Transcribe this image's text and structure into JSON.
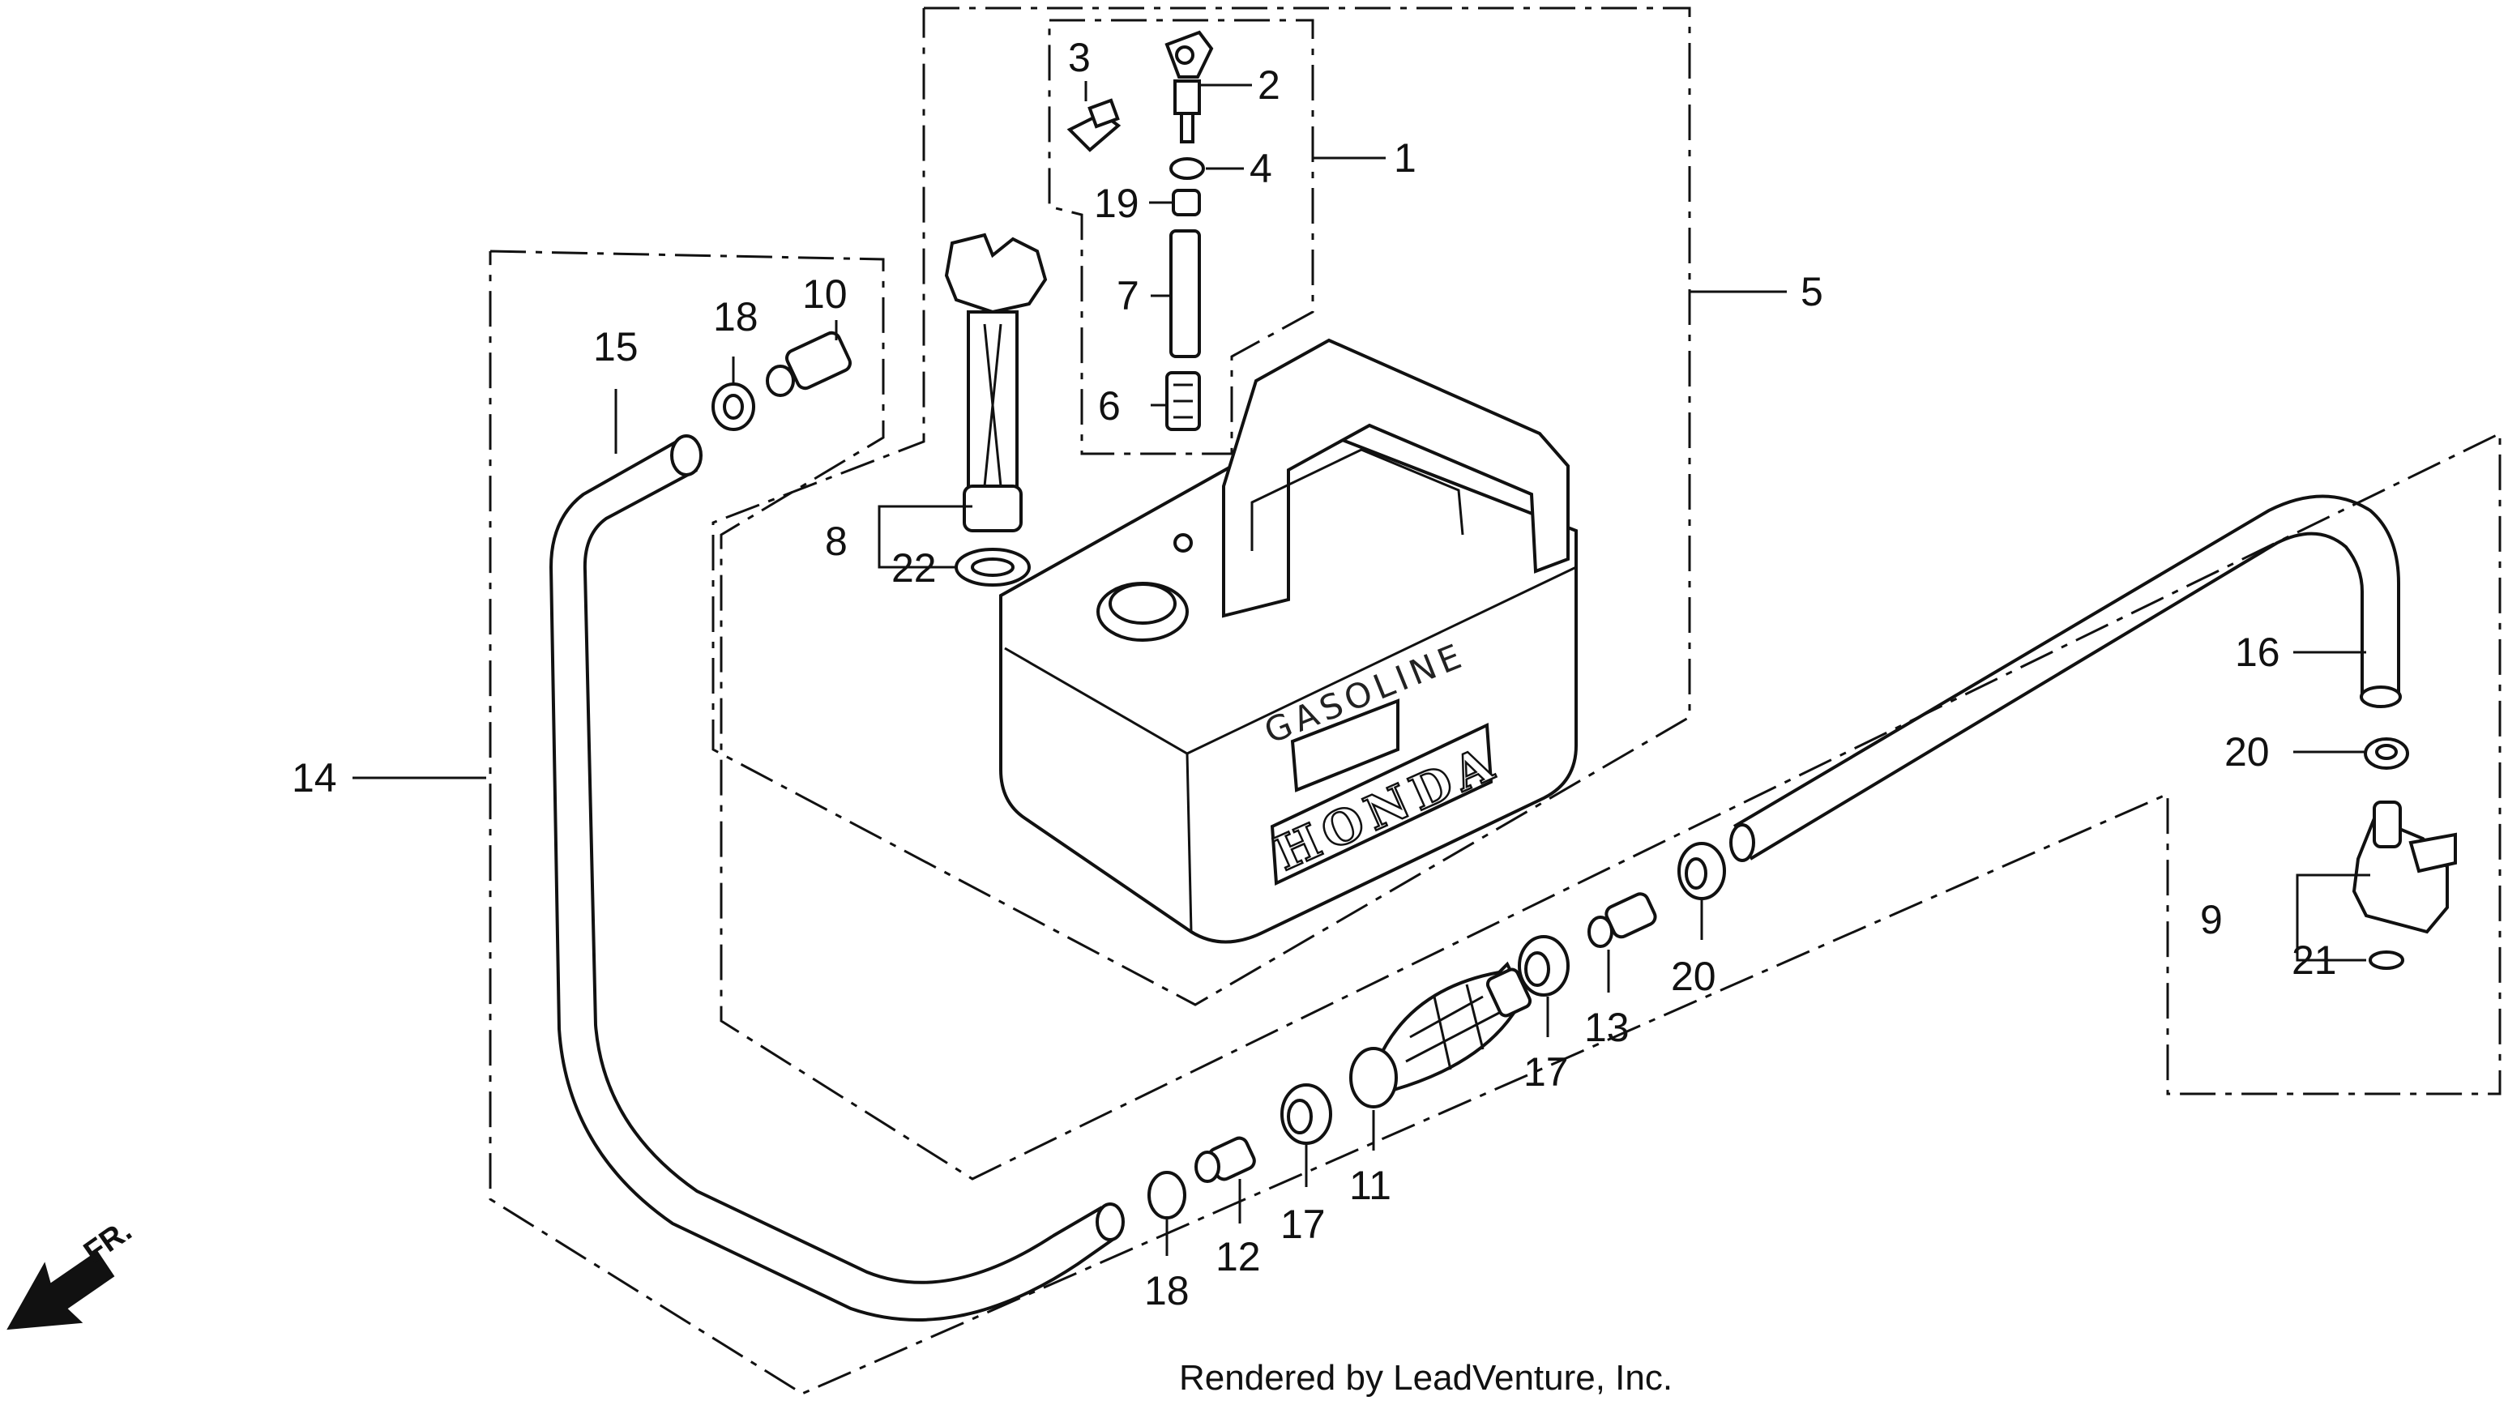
{
  "parts": {
    "p1": "1",
    "p2": "2",
    "p3": "3",
    "p4": "4",
    "p5": "5",
    "p6": "6",
    "p7": "7",
    "p8": "8",
    "p9": "9",
    "p10": "10",
    "p11": "11",
    "p12": "12",
    "p13": "13",
    "p14": "14",
    "p15": "15",
    "p16": "16",
    "p17a": "17",
    "p17b": "17",
    "p18a": "18",
    "p18b": "18",
    "p19": "19",
    "p20a": "20",
    "p20b": "20",
    "p21": "21",
    "p22": "22"
  },
  "tank": {
    "label": "GASOLINE",
    "brand": "HONDA"
  },
  "direction": {
    "label": "FR."
  },
  "credit": "Rendered by LeadVenture, Inc."
}
